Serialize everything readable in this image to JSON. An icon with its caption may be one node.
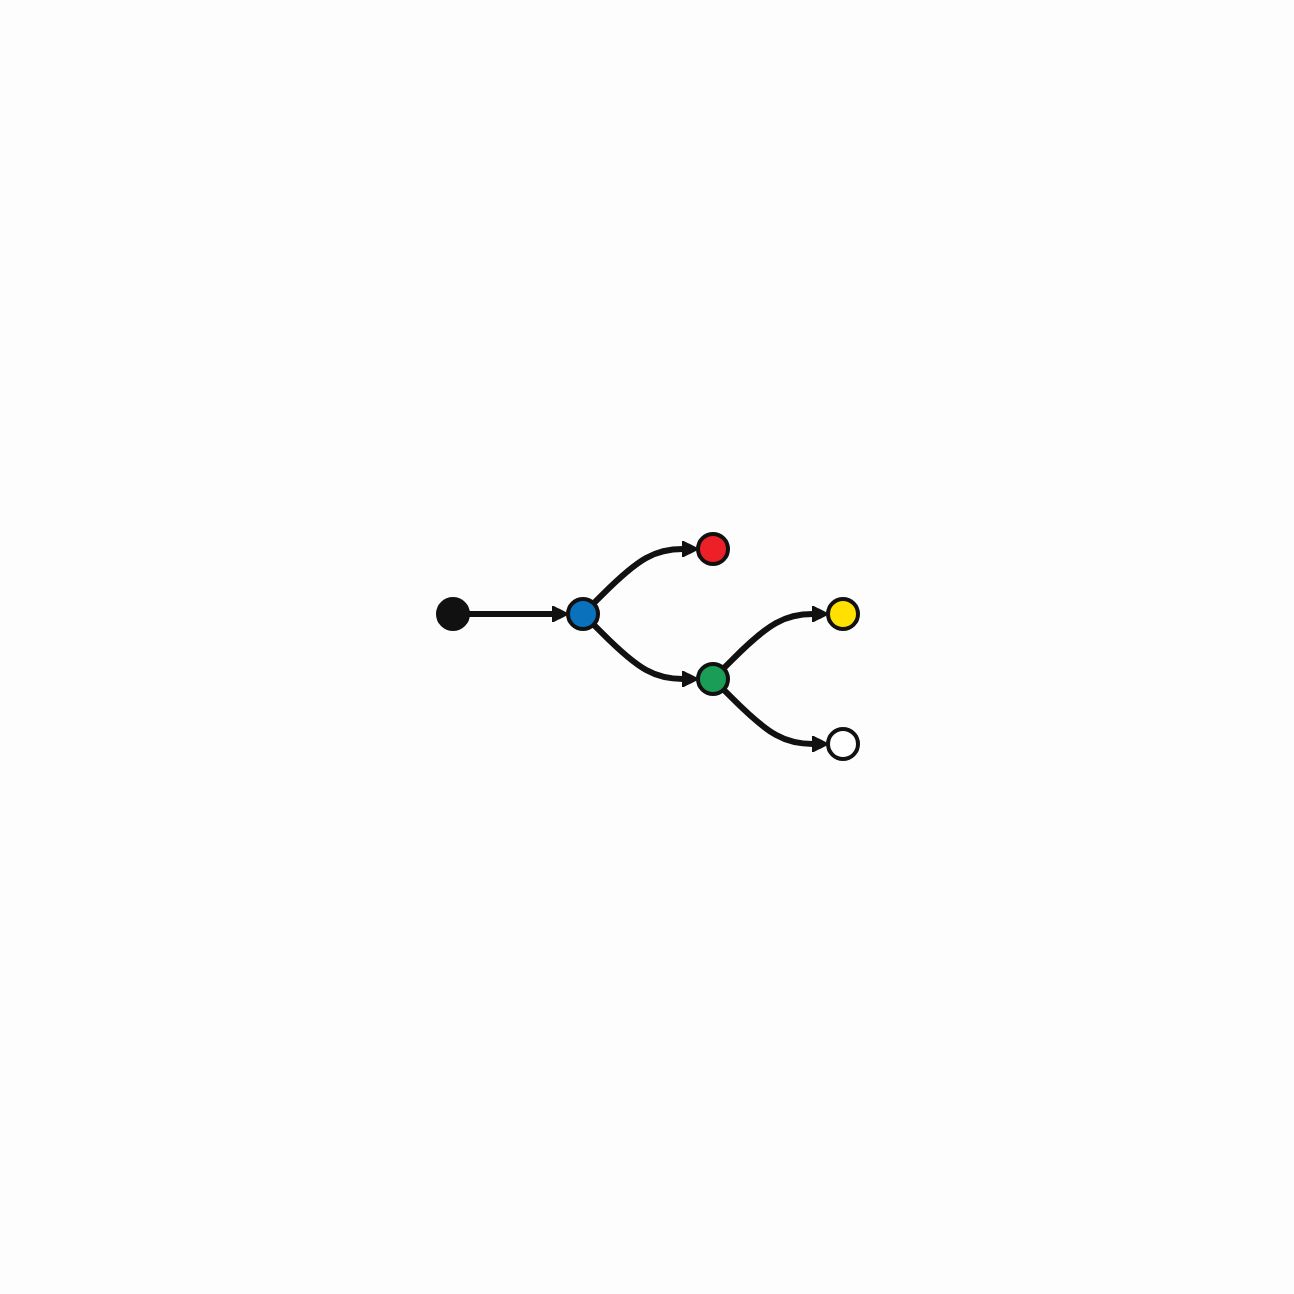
{
  "diagram": {
    "nodes": [
      {
        "text": [],
        "shape": "circle"
      },
      {
        "text": [],
        "shape": "circle"
      },
      {
        "text": [],
        "shape": "circle"
      },
      {
        "text": [],
        "shape": "circle"
      },
      {
        "text": [],
        "shape": "circle"
      },
      {
        "text": [],
        "shape": "circle"
      }
    ],
    "edges": [
      {
        "from": 0,
        "to": 2,
        "arrow": "to"
      },
      {
        "from": 2,
        "to": 1,
        "arrow": "to"
      },
      {
        "from": 2,
        "to": 3,
        "arrow": "to"
      },
      {
        "from": 3,
        "to": 4,
        "arrow": "to"
      },
      {
        "from": 3,
        "to": 5,
        "arrow": "to"
      }
    ]
  }
}
